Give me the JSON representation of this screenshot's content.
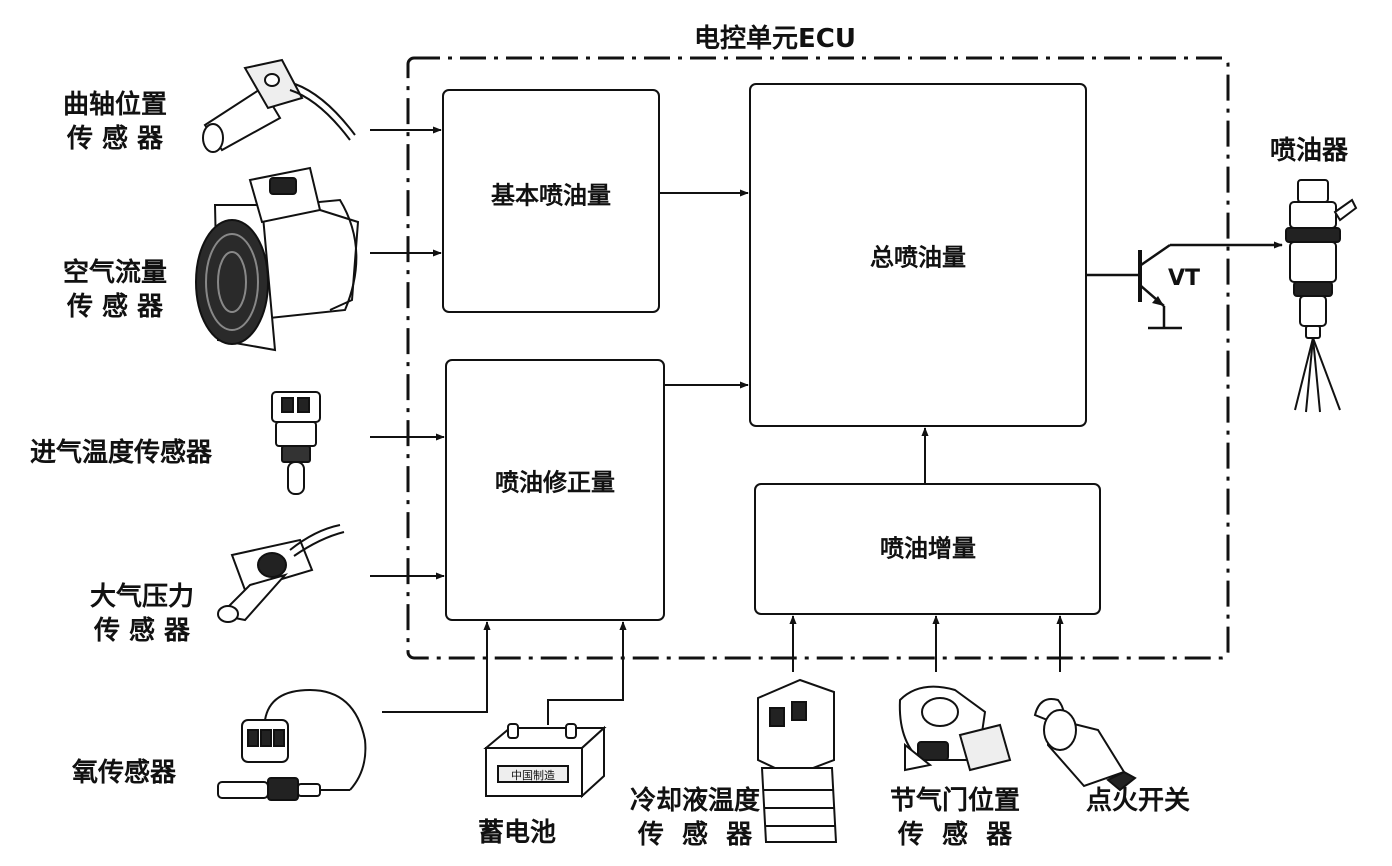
{
  "ecu_title": "电控单元ECU",
  "boxes": {
    "basic": "基本喷油量",
    "correction": "喷油修正量",
    "total": "总喷油量",
    "increase": "喷油增量"
  },
  "transistor_label": "VT",
  "outputs": {
    "injector": "喷油器"
  },
  "sensors": {
    "crank": "曲轴位置\n传 感 器",
    "airflow": "空气流量\n传 感 器",
    "intake_temp": "进气温度传感器",
    "pressure": "大气压力\n传 感 器",
    "oxygen": "氧传感器",
    "battery": "蓄电池",
    "battery_plate": "中国制造",
    "coolant": "冷却液温度\n传  感  器",
    "throttle": "节气门位置\n传  感  器",
    "ignition": "点火开关"
  }
}
